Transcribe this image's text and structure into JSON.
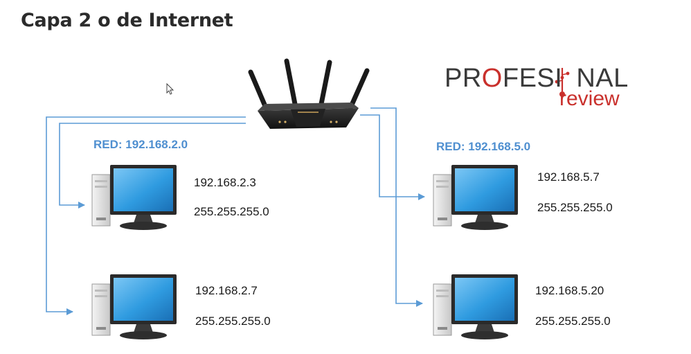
{
  "title": "Capa 2 o de Internet",
  "colors": {
    "line": "#5b9bd5",
    "net_label": "#4f8fd0",
    "logo_accent": "#c9302c",
    "logo_dark": "#3a3a3a",
    "screen": "#2f9be0"
  },
  "icons": {
    "router": "router-icon",
    "computer": "desktop-computer-icon",
    "cursor": "mouse-cursor-icon"
  },
  "networks": [
    {
      "label": "RED: 192.168.2.0",
      "hosts": [
        {
          "ip": "192.168.2.3",
          "mask": "255.255.255.0"
        },
        {
          "ip": "192.168.2.7",
          "mask": "255.255.255.0"
        }
      ]
    },
    {
      "label": "RED: 192.168.5.0",
      "hosts": [
        {
          "ip": "192.168.5.7",
          "mask": "255.255.255.0"
        },
        {
          "ip": "192.168.5.20",
          "mask": "255.255.255.0"
        }
      ]
    }
  ],
  "logo": {
    "part1": "PR",
    "o": "O",
    "part2": "FESI",
    "part3": "NAL",
    "sub": "review"
  }
}
